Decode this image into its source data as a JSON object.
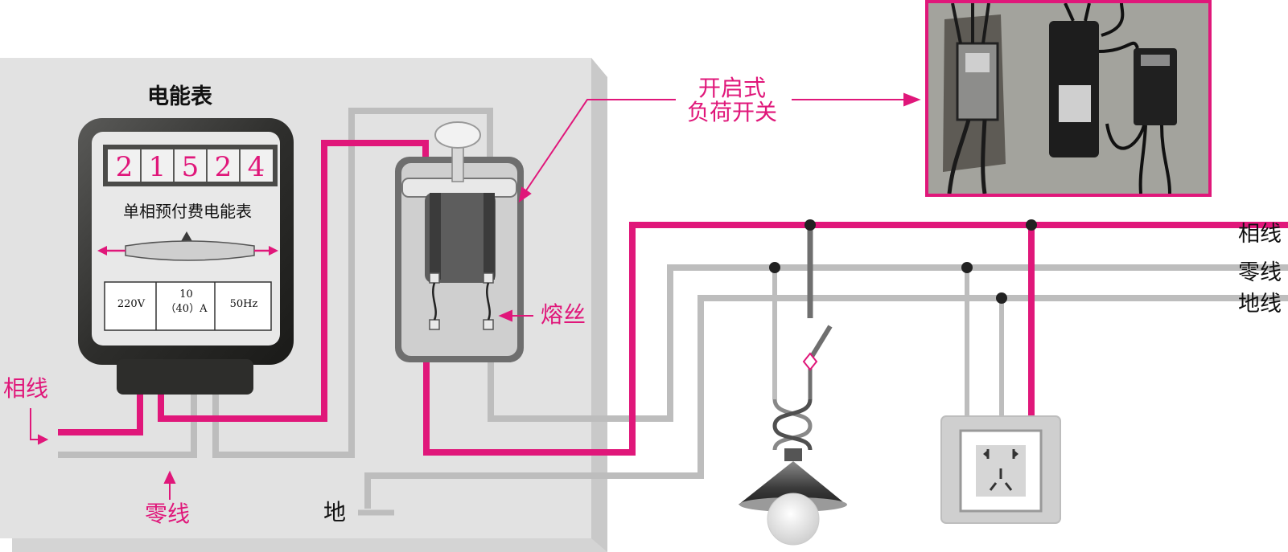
{
  "meter": {
    "title": "电能表",
    "digits": [
      "2",
      "1",
      "5",
      "2",
      "4"
    ],
    "name": "单相预付费电能表",
    "spec_voltage": "220V",
    "spec_current_line1": "10",
    "spec_current_line2": "（40）A",
    "spec_frequency": "50Hz"
  },
  "labels": {
    "switch_line1": "开启式",
    "switch_line2": "负荷开关",
    "fuse": "熔丝",
    "phase_in": "相线",
    "neutral_in": "零线",
    "ground": "地",
    "bus_phase": "相线",
    "bus_neutral": "零线",
    "bus_ground": "地线"
  },
  "colors": {
    "phase_wire": "#e0177a",
    "neutral_wire": "#bdbdbd",
    "switch_wire": "#6f6f6f",
    "board": "#e2e2e2"
  }
}
